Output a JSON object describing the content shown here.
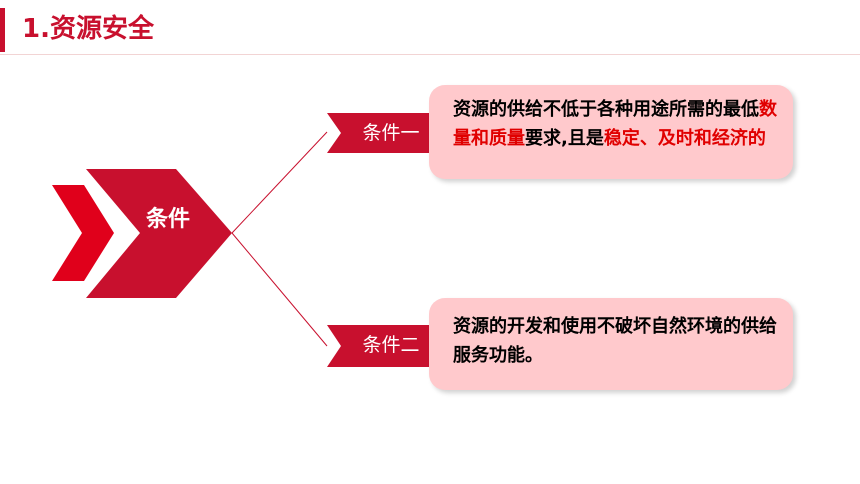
{
  "header": {
    "title": "1.资源安全"
  },
  "diagram": {
    "main_label": "条件",
    "condition1": {
      "label": "条件一",
      "text_parts": [
        "资源的供给不低于各种用途所需的最低",
        "数量和质量",
        "要求,且是",
        "稳定、及时和经济的"
      ],
      "highlight_color": "#e00000"
    },
    "condition2": {
      "label": "条件二",
      "text": "资源的开发和使用不破坏自然环境的供给服务功能。"
    },
    "colors": {
      "accent": "#c8102e",
      "box_fill": "#ffc9cc",
      "connector": "#c8102e"
    }
  }
}
